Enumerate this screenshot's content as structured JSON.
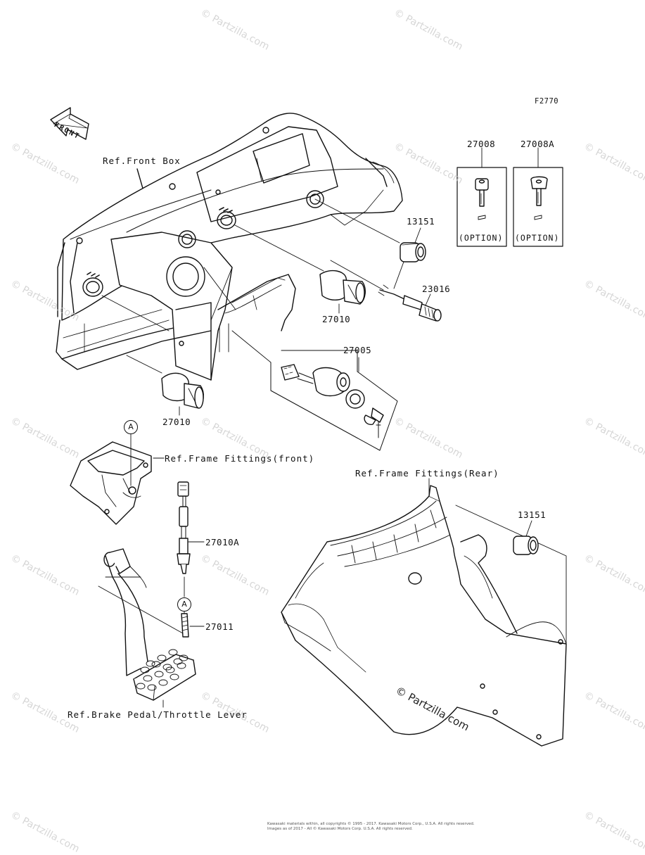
{
  "figure_code": "F2770",
  "front_label": "FRONT",
  "ref_labels": {
    "front_box": "Ref.Front Box",
    "frame_front": "Ref.Frame Fittings(front)",
    "frame_rear": "Ref.Frame Fittings(Rear)",
    "brake_pedal": "Ref.Brake Pedal/Throttle Lever"
  },
  "parts": {
    "p13151_top": "13151",
    "p23016": "23016",
    "p27010_mid": "27010",
    "p27005": "27005",
    "p27010_low": "27010",
    "p27010A": "27010A",
    "p27011": "27011",
    "p13151_rear": "13151"
  },
  "keys": [
    {
      "number": "27008",
      "note": "(OPTION)"
    },
    {
      "number": "27008A",
      "note": "(OPTION)"
    }
  ],
  "connector_marks": [
    "A",
    "A"
  ],
  "watermark": "© Partzilla.com",
  "footer": {
    "line1": "Kawasaki materials within, all copyrights © 1995 - 2017. Kawasaki Motors Corp., U.S.A. All rights reserved.",
    "line2": "Images as of 2017 - All © Kawasaki Motors Corp. U.S.A. All rights reserved."
  }
}
